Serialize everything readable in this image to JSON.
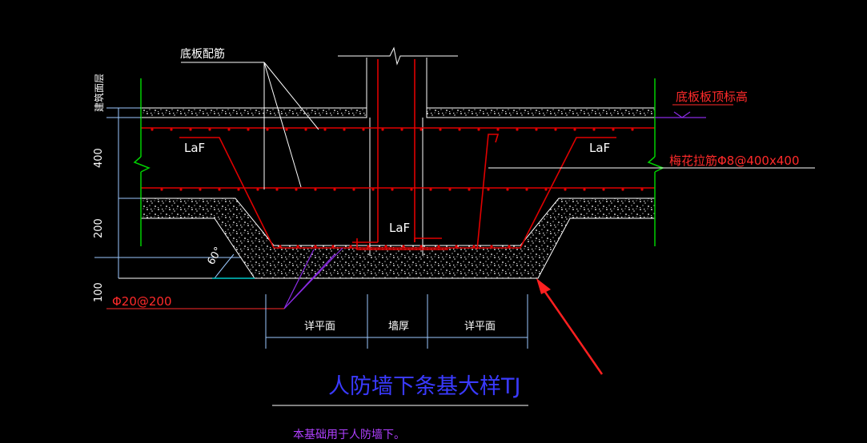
{
  "labels": {
    "floor_reinf": "底板配筋",
    "building_surface": "建筑面层",
    "slab_top_elev": "底板板顶标高",
    "tie_bars": "梅花拉筋Φ8@400x400",
    "laf_left": "LaF",
    "laf_right": "LaF",
    "laf_center": "LaF",
    "angle": "60°",
    "bottom_bars": "Φ20@200",
    "see_plan_left": "详平面",
    "wall_thickness": "墙厚",
    "see_plan_right": "详平面"
  },
  "dimensions": {
    "d400": "400",
    "d200": "200",
    "d100": "100"
  },
  "title": "人防墙下条基大样TJ",
  "note": "本基础用于人防墙下。",
  "colors": {
    "background": "#000000",
    "outline": "#ffffff",
    "rebar": "#e00000",
    "dimension": "#9cc9ff",
    "green": "#00d000",
    "annotation_red": "#ff2a2a",
    "title_blue": "#3a3aff",
    "note_purple": "#b040ff",
    "leader_purple": "#8a2be2"
  }
}
